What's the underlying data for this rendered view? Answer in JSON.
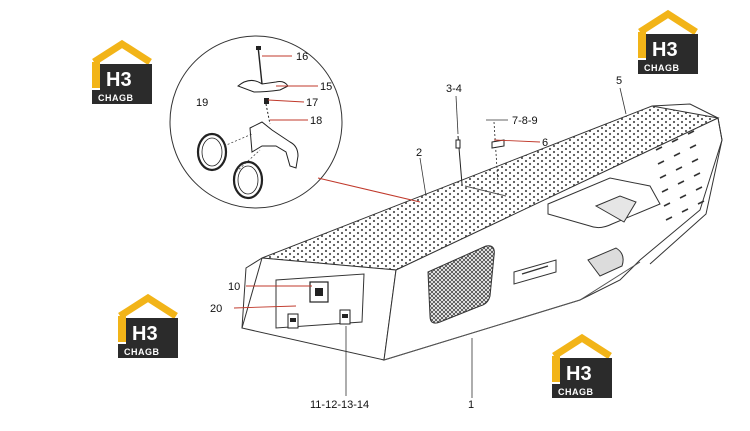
{
  "diagram": {
    "callouts": {
      "c16": "16",
      "c15": "15",
      "c17": "17",
      "c18": "18",
      "c19": "19",
      "c34": "3-4",
      "c789": "7-8-9",
      "c6": "6",
      "c5": "5",
      "c2": "2",
      "c10": "10",
      "c20": "20",
      "c1114": "11-12-13-14",
      "c1": "1"
    }
  },
  "logo": {
    "mark": "H3",
    "sub": "CHAGB"
  },
  "colors": {
    "accent": "#f2b418",
    "logo_dark": "#2b2b2b",
    "leader": "#c0392b",
    "line": "#333333"
  }
}
